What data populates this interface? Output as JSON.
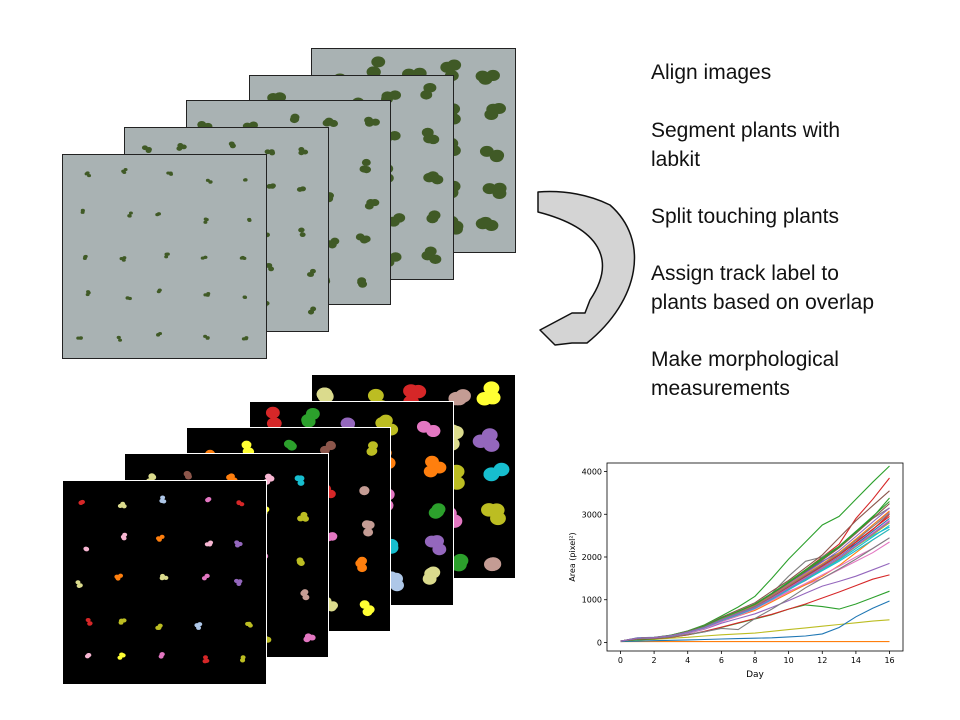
{
  "steps": [
    "Align images",
    "Segment plants with\nlabkit",
    "Split touching plants",
    "Assign track label to\nplants based on overlap",
    "Make morphological\nmeasurements"
  ],
  "colors": {
    "photo_background": "#a9b2b3",
    "leaf": "#405a26",
    "arrow_fill": "#d4d4d4",
    "arrow_outline": "#111111",
    "segmentation_background": "#000000"
  },
  "chart_data": {
    "type": "line",
    "title": "",
    "xlabel": "Day",
    "ylabel": "Area (pixel²)",
    "xlim": [
      -0.8,
      16.8
    ],
    "ylim": [
      -200,
      4200
    ],
    "xticks": [
      0,
      2,
      4,
      6,
      8,
      10,
      12,
      14,
      16
    ],
    "yticks": [
      0,
      1000,
      2000,
      3000,
      4000
    ],
    "grid": false,
    "legend": "none",
    "x": [
      0,
      1,
      2,
      3,
      4,
      5,
      6,
      7,
      8,
      9,
      10,
      11,
      12,
      13,
      14,
      15,
      16
    ],
    "series": [
      {
        "color": "#1f77b4",
        "values": [
          30,
          110,
          120,
          170,
          260,
          380,
          560,
          720,
          900,
          1150,
          1400,
          1650,
          1900,
          2100,
          2300,
          2550,
          2800
        ]
      },
      {
        "color": "#ff7f0e",
        "values": [
          20,
          20,
          20,
          20,
          20,
          20,
          20,
          20,
          20,
          20,
          20,
          20,
          20,
          20,
          20,
          20,
          20
        ]
      },
      {
        "color": "#2ca02c",
        "values": [
          30,
          100,
          110,
          170,
          270,
          410,
          620,
          830,
          1080,
          1500,
          1950,
          2350,
          2750,
          2950,
          3350,
          3750,
          4130
        ]
      },
      {
        "color": "#d62728",
        "values": [
          30,
          100,
          115,
          160,
          250,
          370,
          560,
          700,
          860,
          1100,
          1400,
          1700,
          2000,
          2300,
          2900,
          3350,
          3850
        ]
      },
      {
        "color": "#9467bd",
        "values": [
          30,
          100,
          110,
          160,
          250,
          360,
          540,
          700,
          850,
          1050,
          1300,
          1550,
          1800,
          2050,
          2350,
          2750,
          3050
        ]
      },
      {
        "color": "#8c564b",
        "values": [
          30,
          100,
          110,
          150,
          230,
          330,
          500,
          640,
          790,
          1000,
          1250,
          1450,
          1700,
          1950,
          2250,
          2550,
          2850
        ]
      },
      {
        "color": "#e377c2",
        "values": [
          30,
          100,
          110,
          150,
          230,
          340,
          520,
          670,
          820,
          1000,
          1200,
          1350,
          1500,
          1700,
          1900,
          2100,
          2350
        ]
      },
      {
        "color": "#7f7f7f",
        "values": [
          30,
          100,
          110,
          160,
          260,
          380,
          560,
          690,
          820,
          1150,
          1550,
          1900,
          2000,
          2250,
          2600,
          2900,
          3150
        ]
      },
      {
        "color": "#bcbd22",
        "values": [
          30,
          60,
          70,
          100,
          120,
          150,
          180,
          200,
          220,
          260,
          300,
          340,
          380,
          420,
          460,
          500,
          530
        ]
      },
      {
        "color": "#17becf",
        "values": [
          30,
          100,
          110,
          160,
          240,
          350,
          520,
          660,
          800,
          1000,
          1250,
          1500,
          1750,
          2000,
          2250,
          2500,
          2700
        ]
      },
      {
        "color": "#1f77b4",
        "values": [
          20,
          30,
          40,
          50,
          60,
          70,
          80,
          90,
          100,
          110,
          130,
          150,
          200,
          350,
          600,
          800,
          970
        ]
      },
      {
        "color": "#2ca02c",
        "values": [
          30,
          60,
          80,
          120,
          180,
          250,
          350,
          450,
          550,
          650,
          780,
          880,
          840,
          780,
          900,
          1050,
          1200
        ]
      },
      {
        "color": "#d62728",
        "values": [
          30,
          80,
          90,
          120,
          180,
          260,
          360,
          460,
          560,
          660,
          780,
          900,
          1040,
          1180,
          1330,
          1480,
          1580
        ]
      },
      {
        "color": "#9467bd",
        "values": [
          30,
          90,
          100,
          140,
          210,
          310,
          450,
          560,
          670,
          820,
          980,
          1150,
          1320,
          1430,
          1550,
          1700,
          1850
        ]
      },
      {
        "color": "#ff7f0e",
        "values": [
          30,
          100,
          110,
          150,
          230,
          340,
          490,
          620,
          750,
          950,
          1150,
          1350,
          1550,
          1800,
          2100,
          2400,
          2650
        ]
      },
      {
        "color": "#8c564b",
        "values": [
          30,
          100,
          115,
          165,
          260,
          390,
          590,
          760,
          930,
          1200,
          1450,
          1750,
          2050,
          2450,
          2850,
          3200,
          3550
        ]
      },
      {
        "color": "#e377c2",
        "values": [
          30,
          95,
          105,
          145,
          220,
          320,
          480,
          620,
          780,
          980,
          1180,
          1380,
          1580,
          1780,
          2000,
          2200,
          2450
        ]
      },
      {
        "color": "#7f7f7f",
        "values": [
          30,
          90,
          100,
          130,
          190,
          250,
          330,
          300,
          560,
          780,
          1020,
          1280,
          1500,
          1720,
          1950,
          2200,
          2450
        ]
      },
      {
        "color": "#17becf",
        "values": [
          30,
          100,
          110,
          155,
          235,
          345,
          510,
          650,
          800,
          1010,
          1230,
          1460,
          1680,
          1900,
          2150,
          2400,
          2650
        ]
      },
      {
        "color": "#2ca02c",
        "values": [
          30,
          100,
          115,
          165,
          255,
          380,
          570,
          730,
          900,
          1150,
          1420,
          1700,
          1980,
          2250,
          2600,
          2950,
          3300
        ]
      },
      {
        "color": "#d62728",
        "values": [
          30,
          100,
          112,
          160,
          245,
          360,
          540,
          690,
          850,
          1080,
          1320,
          1560,
          1800,
          2050,
          2350,
          2650,
          2950
        ]
      },
      {
        "color": "#1f77b4",
        "values": [
          30,
          100,
          112,
          158,
          240,
          355,
          530,
          680,
          830,
          1050,
          1290,
          1530,
          1760,
          2000,
          2300,
          2600,
          2900
        ]
      },
      {
        "color": "#9467bd",
        "values": [
          30,
          100,
          113,
          162,
          250,
          370,
          555,
          710,
          870,
          1110,
          1360,
          1620,
          1880,
          2150,
          2480,
          2820,
          3150
        ]
      },
      {
        "color": "#bcbd22",
        "values": [
          30,
          100,
          111,
          155,
          236,
          348,
          518,
          664,
          812,
          1025,
          1258,
          1492,
          1722,
          1960,
          2240,
          2520,
          2800
        ]
      },
      {
        "color": "#8c564b",
        "values": [
          30,
          100,
          114,
          163,
          252,
          374,
          562,
          720,
          884,
          1130,
          1390,
          1660,
          1930,
          2210,
          2550,
          2900,
          3250
        ]
      },
      {
        "color": "#e377c2",
        "values": [
          30,
          100,
          112,
          157,
          238,
          352,
          524,
          672,
          822,
          1040,
          1275,
          1512,
          1745,
          1985,
          2270,
          2560,
          2860
        ]
      },
      {
        "color": "#ff7f0e",
        "values": [
          30,
          100,
          113,
          161,
          248,
          366,
          548,
          700,
          858,
          1092,
          1340,
          1592,
          1840,
          2100,
          2420,
          2750,
          3080
        ]
      },
      {
        "color": "#17becf",
        "values": [
          30,
          100,
          111,
          154,
          234,
          344,
          512,
          656,
          802,
          1012,
          1240,
          1470,
          1695,
          1930,
          2200,
          2470,
          2740
        ]
      },
      {
        "color": "#2ca02c",
        "values": [
          30,
          100,
          114,
          164,
          254,
          378,
          566,
          726,
          892,
          1140,
          1405,
          1680,
          1955,
          2235,
          2580,
          2930,
          3380
        ]
      },
      {
        "color": "#d62728",
        "values": [
          30,
          100,
          112,
          159,
          243,
          358,
          536,
          686,
          842,
          1068,
          1308,
          1550,
          1790,
          2040,
          2340,
          2640,
          3000
        ]
      },
      {
        "color": "#7f7f7f",
        "values": [
          30,
          100,
          113,
          160,
          246,
          362,
          542,
          694,
          850,
          1080,
          1325,
          1575,
          1820,
          2075,
          2390,
          2710,
          3020
        ]
      },
      {
        "color": "#9467bd",
        "values": [
          30,
          100,
          111,
          156,
          237,
          350,
          521,
          668,
          817,
          1032,
          1266,
          1502,
          1734,
          1972,
          2255,
          2540,
          2830
        ]
      }
    ]
  }
}
